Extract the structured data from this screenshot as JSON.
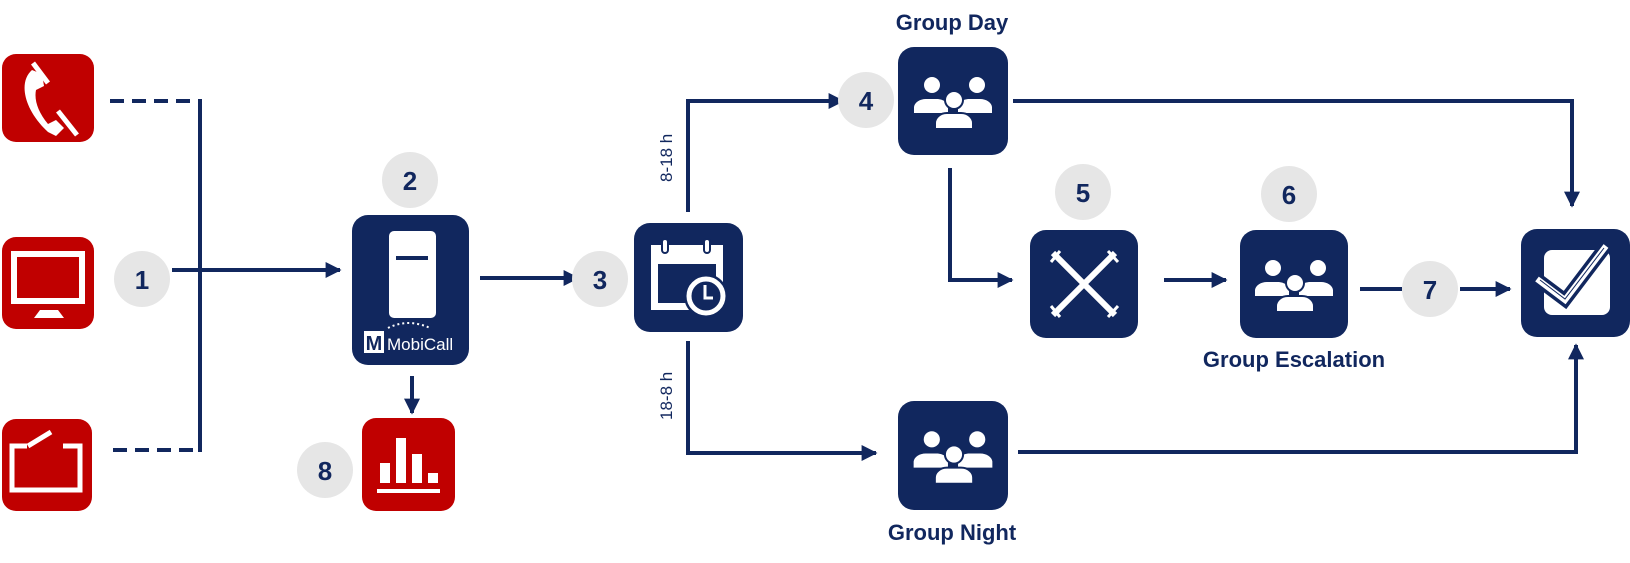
{
  "colors": {
    "navy": "#11275e",
    "red": "#c00000",
    "badge": "#e6e6e6"
  },
  "labels": {
    "group_day": "Group Day",
    "group_night": "Group Night",
    "group_escalation": "Group Escalation",
    "day_hours": "8-18 h",
    "night_hours": "18-8 h",
    "brand": "MobiCall",
    "brand_letter": "M"
  },
  "steps": [
    "1",
    "2",
    "3",
    "4",
    "5",
    "6",
    "7",
    "8"
  ],
  "nodes": [
    {
      "id": "phone",
      "icon": "phone-icon"
    },
    {
      "id": "monitor",
      "icon": "monitor-icon"
    },
    {
      "id": "tablet",
      "icon": "tablet-icon"
    },
    {
      "id": "mobicall",
      "icon": "server-icon"
    },
    {
      "id": "report",
      "icon": "bar-chart-icon"
    },
    {
      "id": "schedule",
      "icon": "calendar-clock-icon"
    },
    {
      "id": "group-day",
      "icon": "group-icon"
    },
    {
      "id": "group-night",
      "icon": "group-icon"
    },
    {
      "id": "no-answer",
      "icon": "x-box-icon"
    },
    {
      "id": "group-escalation",
      "icon": "group-icon"
    },
    {
      "id": "done",
      "icon": "checkbox-icon"
    }
  ]
}
